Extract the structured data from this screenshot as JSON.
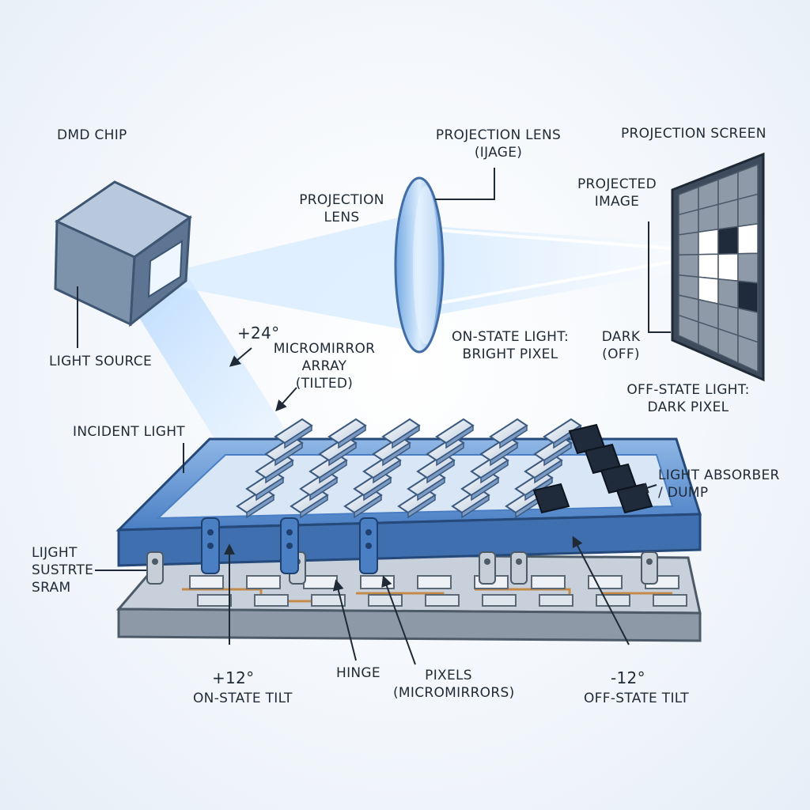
{
  "labels": {
    "dmd_chip": "DMD CHIP",
    "projection_lens_image": [
      "PROJECTION LENS",
      "(IJAGE)"
    ],
    "projection_screen": "PROJECTION SCREEN",
    "projection_lens": [
      "PROJECTION",
      "LENS"
    ],
    "projected_image": [
      "PROJECTED",
      "IMAGE"
    ],
    "light_source": "LIGHT SOURCE",
    "plus_24": "+24°",
    "micromirror_array": [
      "MICROMIRROR",
      "ARRAY",
      "(TILTED)"
    ],
    "on_state_light": [
      "ON-STATE LIGHT:",
      "BRIGHT PIXEL"
    ],
    "dark_off": [
      "DARK",
      "(OFF)"
    ],
    "off_state_light": [
      "OFF-STATE LIGHT:",
      "DARK PIXEL"
    ],
    "incident_light": "INCIDENT LIGHT",
    "light_absorber": [
      "LIGHT ABSORBER",
      "/ DUMP"
    ],
    "substrate": [
      "LIJGHT",
      "SUSTRTE",
      "SRAM"
    ],
    "plus_12": "+12°",
    "on_state_tilt": "ON-STATE TILT",
    "hinge": "HINGE",
    "pixels": [
      "PIXELS",
      "(MICROMIRRORS)"
    ],
    "minus_12": "-12°",
    "off_state_tilt": "OFF-STATE TILT"
  },
  "screen_pattern": [
    [
      0,
      0,
      0,
      0
    ],
    [
      0,
      0,
      0,
      0
    ],
    [
      0,
      1,
      2,
      1
    ],
    [
      0,
      1,
      1,
      0
    ],
    [
      0,
      1,
      0,
      2
    ],
    [
      0,
      0,
      0,
      0
    ],
    [
      0,
      0,
      0,
      0
    ]
  ],
  "colors": {
    "frame_blue": "#4a7fc4",
    "substrate_gray": "#9aa6b3",
    "mirror_on": "#dde6f1",
    "mirror_off": "#1f2b3a",
    "light_beam": "#bfe0ff",
    "label_text": "#1f2a36"
  }
}
